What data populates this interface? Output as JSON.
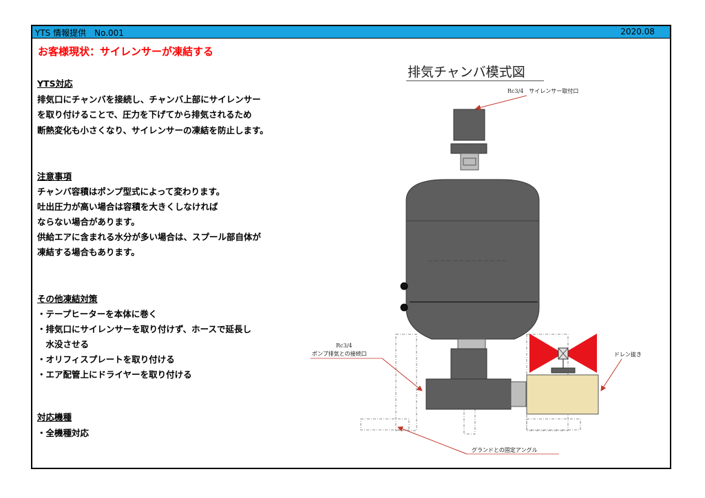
{
  "header": {
    "left": "YTS 情報提供　No.001",
    "date": "2020.08"
  },
  "issue_title": "お客様現状：サイレンサーが凍結する",
  "sections": [
    {
      "heading": "YTS対応",
      "lines": [
        "排気口にチャンバを接続し、チャンバ上部にサイレンサー",
        "を取り付けることで、圧力を下げてから排気されるため",
        "断熱変化も小さくなり、サイレンサーの凍結を防止します。"
      ]
    },
    {
      "heading": "注意事項",
      "lines": [
        "チャンバ容積はポンプ型式によって変わります。",
        "吐出圧力が高い場合は容積を大きくしなければ",
        "ならない場合があります。",
        "供給エアに含まれる水分が多い場合は、スプール部自体が",
        "凍結する場合もあります。"
      ]
    },
    {
      "heading": "その他凍結対策",
      "lines": [
        "・テープヒーターを本体に巻く",
        "・排気口にサイレンサーを取り付けず、ホースで延長し",
        "　水没させる",
        "・オリフィスプレートを取り付ける",
        "・エア配管上にドライヤーを取り付ける"
      ]
    },
    {
      "heading": "対応機種",
      "lines": [
        "・全機種対応"
      ]
    }
  ],
  "diagram": {
    "title": "排気チャンバ模式図",
    "callouts": {
      "silencer_port": "Rc3/4　サイレンサー取付口",
      "pump_port_size": "Rc3/4",
      "pump_port_label": "ポンプ排気との接続口",
      "drain": "ドレン抜き",
      "angle": "グランドとの固定アングル"
    }
  },
  "colors": {
    "header_bg": "#19a3e0",
    "issue_title": "#ff0000",
    "chamber": "#5e5e5e",
    "valve": "#e8141c",
    "drain_box": "#efe1b0",
    "leader": "#c0392b"
  }
}
